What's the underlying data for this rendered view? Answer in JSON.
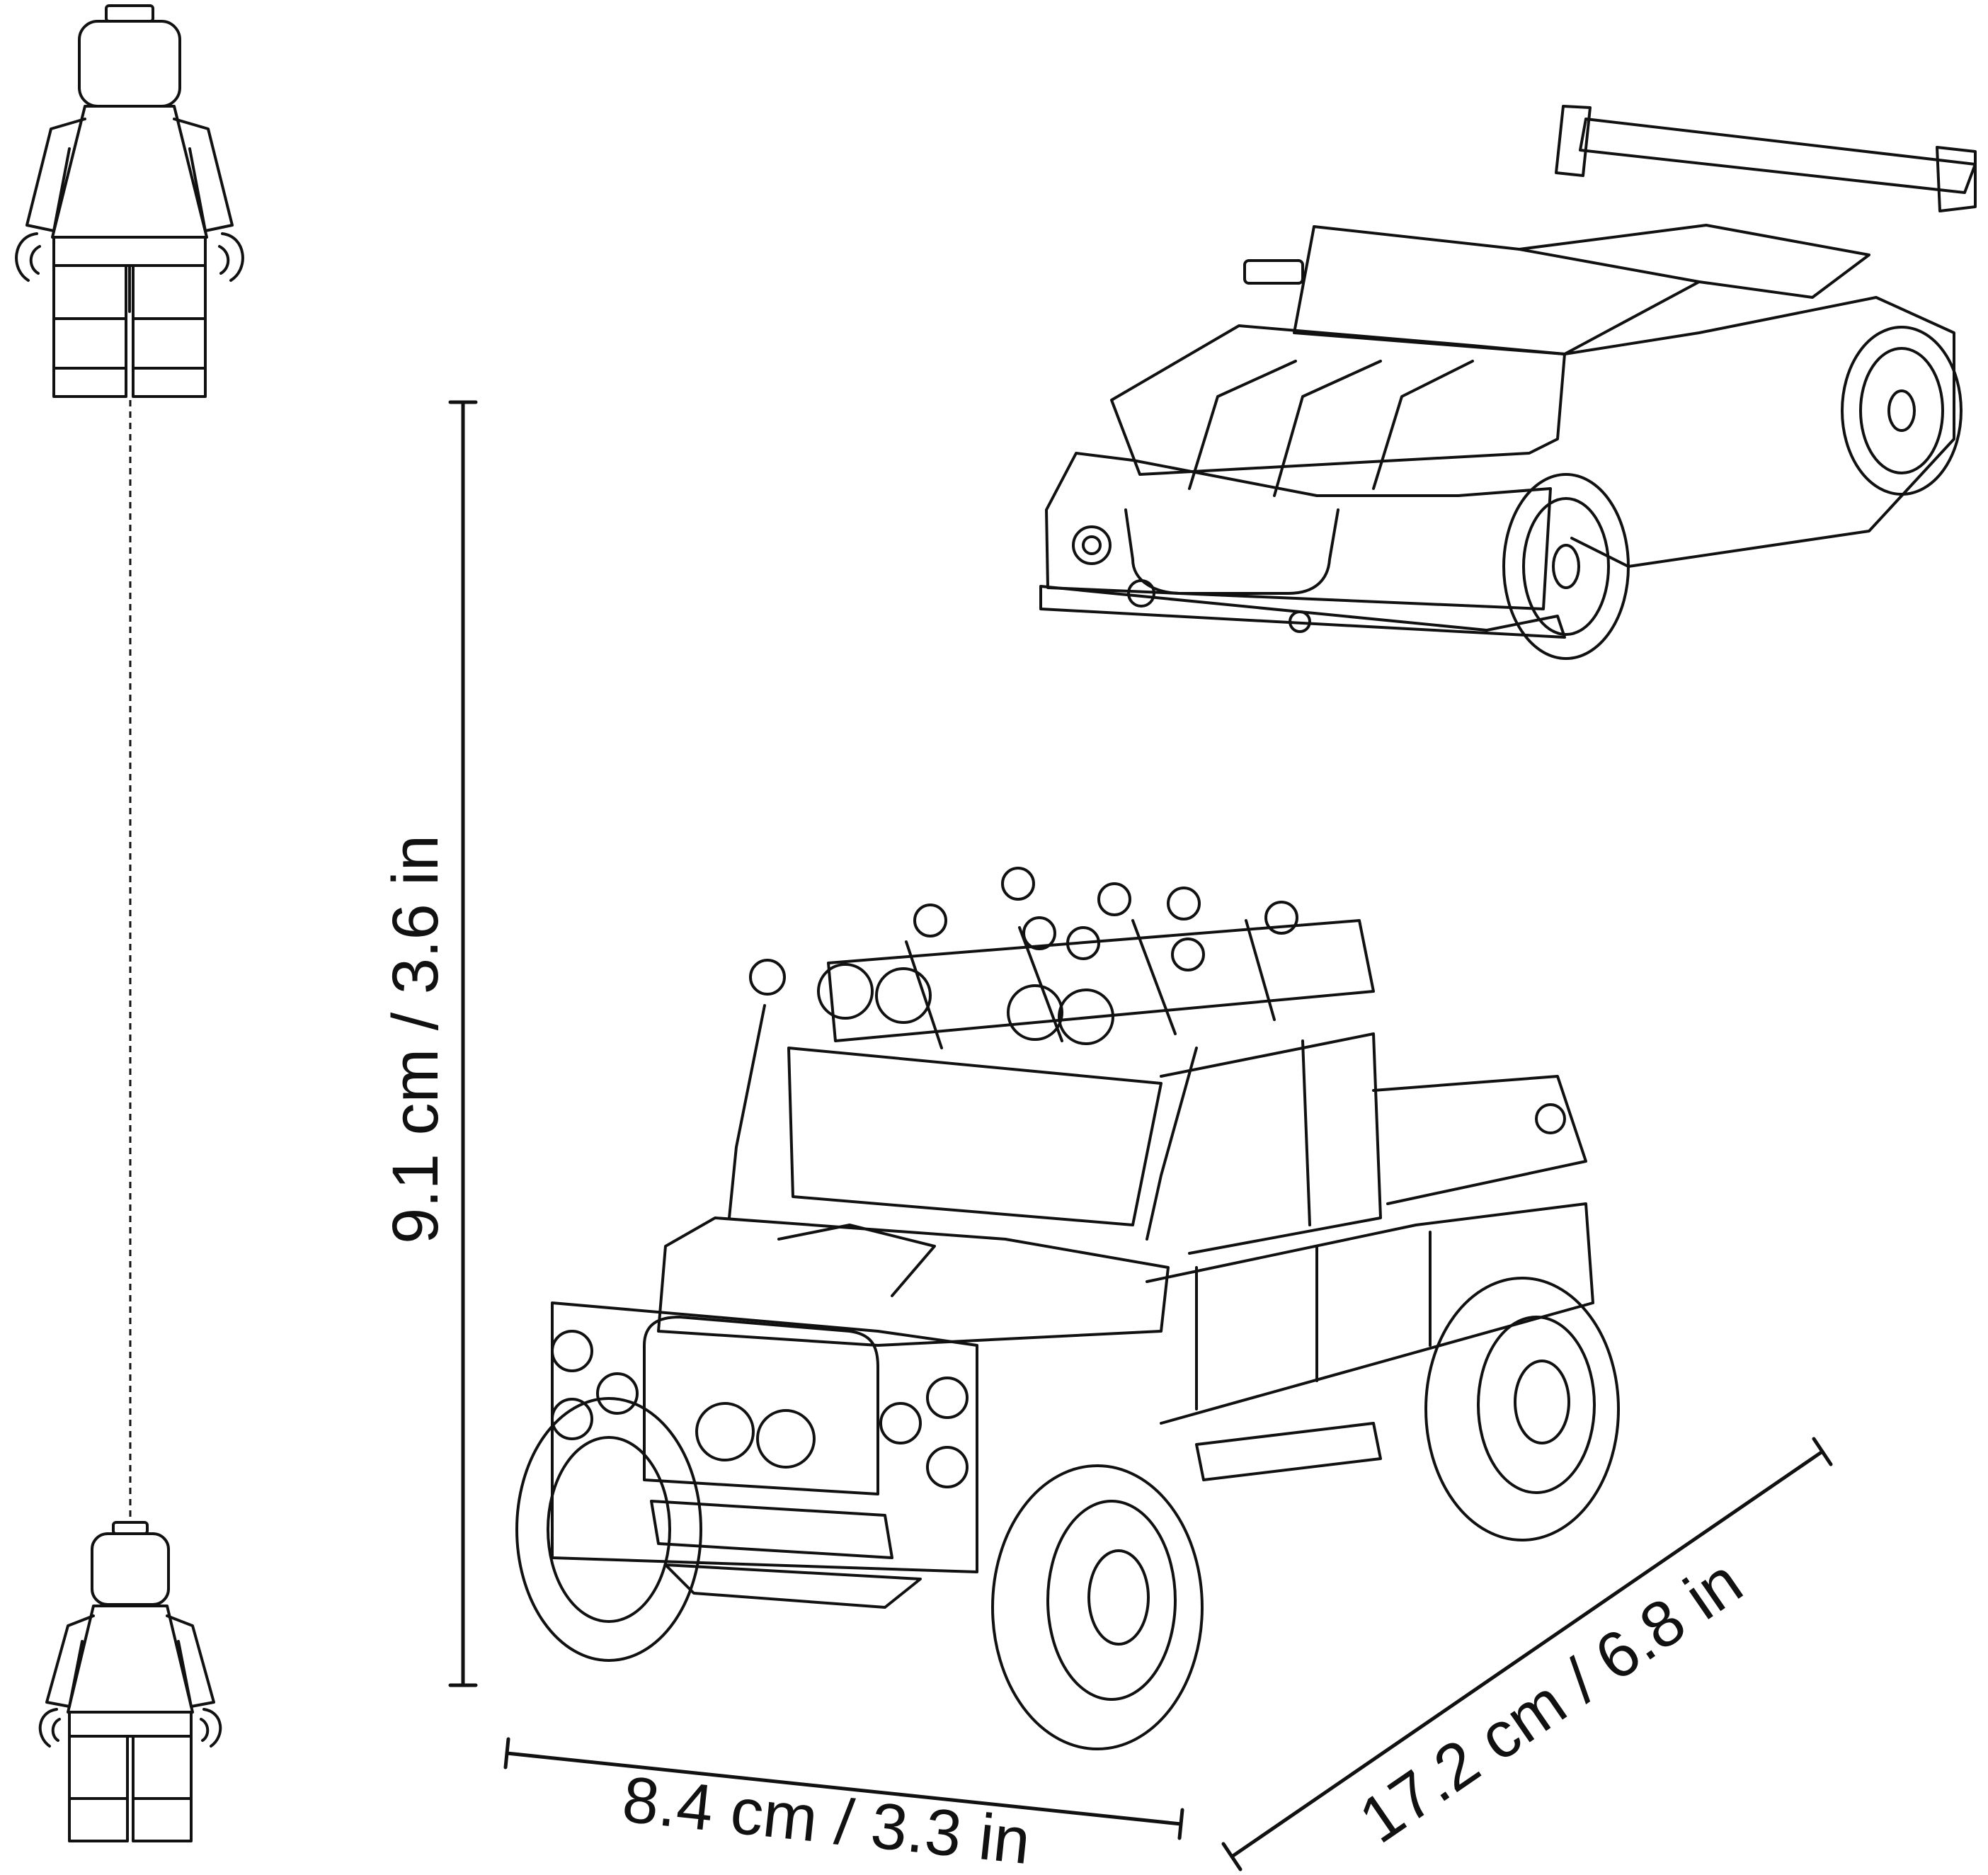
{
  "colors": {
    "line": "#111111",
    "background": "#ffffff"
  },
  "dimensions": {
    "height": "9.1 cm / 3.6 in",
    "width": "8.4 cm / 3.3 in",
    "length": "17.2 cm / 6.8 in"
  }
}
